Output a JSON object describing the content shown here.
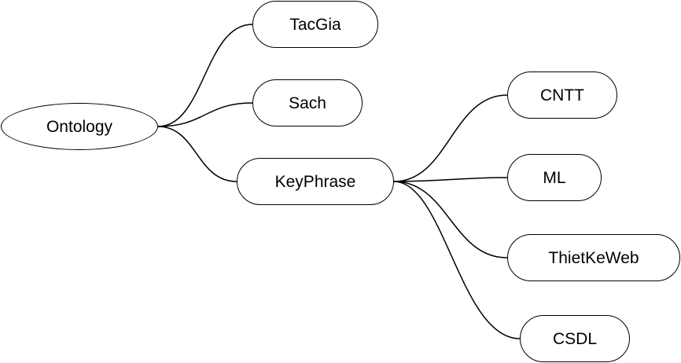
{
  "diagram": {
    "nodes": {
      "ontology": "Ontology",
      "tacgia": "TacGia",
      "sach": "Sach",
      "keyphrase": "KeyPhrase",
      "cntt": "CNTT",
      "ml": "ML",
      "thietkeweb": "ThietKeWeb",
      "csdl": "CSDL"
    },
    "edges": [
      {
        "from": "ontology",
        "to": "tacgia"
      },
      {
        "from": "ontology",
        "to": "sach"
      },
      {
        "from": "ontology",
        "to": "keyphrase"
      },
      {
        "from": "keyphrase",
        "to": "cntt"
      },
      {
        "from": "keyphrase",
        "to": "ml"
      },
      {
        "from": "keyphrase",
        "to": "thietkeweb"
      },
      {
        "from": "keyphrase",
        "to": "csdl"
      }
    ]
  }
}
